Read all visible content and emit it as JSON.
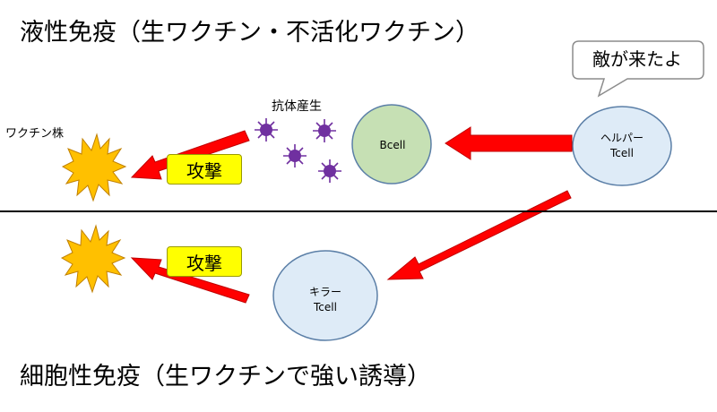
{
  "titles": {
    "humoral": "液性免疫（生ワクチン・不活化ワクチン）",
    "cellular": "細胞性免疫（生ワクチンで強い誘導）"
  },
  "labels": {
    "vaccine_strain": "ワクチン株",
    "antibody_production": "抗体産生",
    "attack_top": "攻撃",
    "attack_bottom": "攻撃"
  },
  "cells": {
    "bcell": {
      "name": "Bcell",
      "fill": "#c6e0b4"
    },
    "helper": {
      "line1": "ヘルパー",
      "line2": "Tcell",
      "fill": "#deebf7"
    },
    "killer": {
      "line1": "キラー",
      "line2": "Tcell",
      "fill": "#deebf7"
    }
  },
  "speech_bubble": "敵が来たよ",
  "colors": {
    "arrow": "#ff0000",
    "arrow_edge": "#c00000",
    "burst": "#ffc000",
    "antibody": "#7030a0",
    "attack_box": "#ffff00"
  }
}
